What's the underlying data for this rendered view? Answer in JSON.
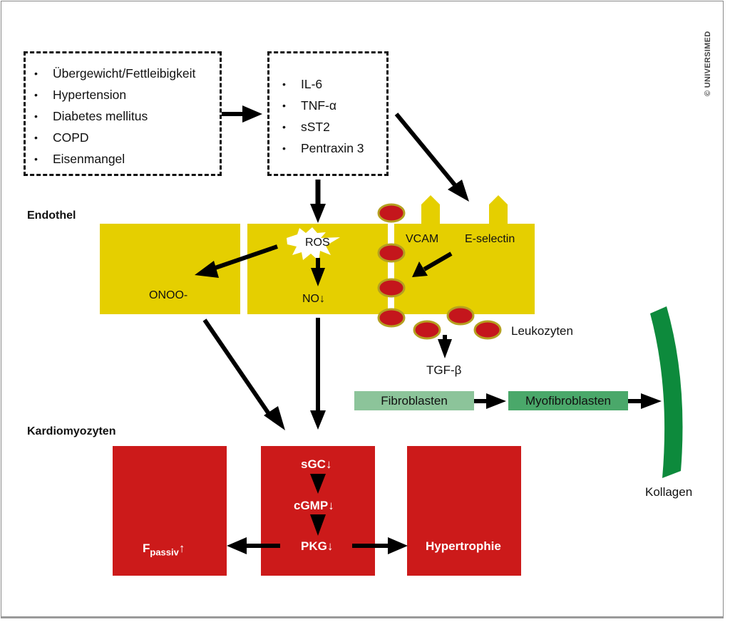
{
  "copyright": "© UNIVERSIMED",
  "risk_factors": {
    "items": [
      "Übergewicht/Fettleibigkeit",
      "Hypertension",
      "Diabetes mellitus",
      "COPD",
      "Eisenmangel"
    ]
  },
  "mediators": {
    "items": [
      "IL-6",
      "TNF-α",
      "sST2",
      "Pentraxin 3"
    ]
  },
  "sections": {
    "endothel": "Endothel",
    "kardiomyozyten": "Kardiomyozyten"
  },
  "endothel": {
    "onoo": "ONOO-",
    "ros": "ROS",
    "no": "NO",
    "vcam": "VCAM",
    "e_selectin": "E-selectin",
    "leukozyten": "Leukozyten",
    "tgf": "TGF-β"
  },
  "fibrosis": {
    "fibroblasten": "Fibroblasten",
    "myofibroblasten": "Myofibroblasten",
    "kollagen": "Kollagen"
  },
  "cardiomyocyte": {
    "f_main": "F",
    "f_sub": "passiv",
    "sgc": "sGC",
    "cgmp": "cGMP",
    "pkg": "PKG",
    "hypertrophie": "Hypertrophie"
  },
  "colors": {
    "endothel_yellow": "#e5cf00",
    "leukocyte_red": "#c4161c",
    "leukocyte_rim": "#b5a020",
    "cardio_red": "#cc1a1a",
    "fibroblast_green": "#8cc49a",
    "myofibroblast_green": "#4aa86a",
    "collagen_green": "#0d8a3c"
  }
}
